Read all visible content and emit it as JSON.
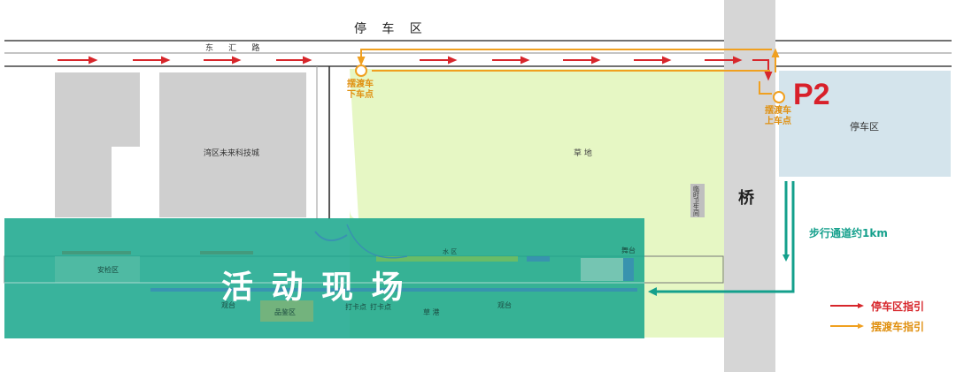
{
  "map": {
    "title": "停   车   区",
    "road_name": "东      汇      路",
    "tech_city": "湾区未来科技城",
    "grass": "草 地",
    "bridge": "桥",
    "p2_title": "P2",
    "parking_area": "停车区",
    "shuttle_dropoff": "摆渡车\n下车点",
    "shuttle_pickup": "摆渡车\n上车点",
    "walkway": "步行通道约1km",
    "vertical_sign": "临时卫生间",
    "event_site": "活 动 现 场",
    "stage": "舞台",
    "security_zone": "安检区",
    "bleacher_1": "观台",
    "bleacher_2": "观台",
    "checkin_1": "打卡点",
    "checkin_2": "打卡点",
    "product_zone": "品鉴区",
    "dock": "草 港",
    "lake": "水 区"
  },
  "legend": {
    "parking_guide": "停车区指引",
    "shuttle_guide": "摆渡车指引"
  },
  "colors": {
    "parking_arrow": "#d7262b",
    "shuttle_arrow": "#f0a020",
    "walk_arrow": "#14a08c",
    "event_overlay": "#1ea88e",
    "grass": "#e6f7c4",
    "building": "#c9c9c9",
    "bridge": "#d6d6d6",
    "parking_lot": "#d4e4ec",
    "p2_text": "#d8202a"
  }
}
